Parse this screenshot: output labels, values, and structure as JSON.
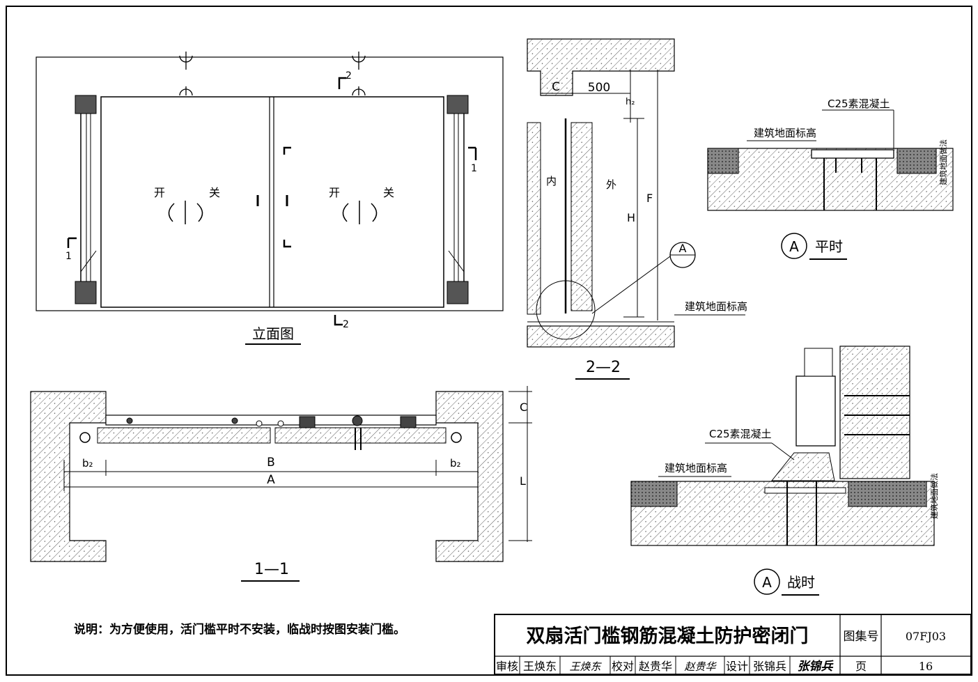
{
  "elevation": {
    "title": "立面图",
    "open_label": "开",
    "close_label": "关",
    "section_1": "1",
    "section_2": "2"
  },
  "section_1_1": {
    "title": "1—1",
    "dim_c": "C",
    "dim_l": "L",
    "dim_b": "B",
    "dim_a": "A",
    "dim_b2": "b₂"
  },
  "section_2_2": {
    "title": "2—2",
    "dim_c": "C",
    "dim_500": "500",
    "dim_h2": "h₂",
    "dim_h": "H",
    "dim_f": "F",
    "inside": "内",
    "outside": "外",
    "detail_ref": "A",
    "floor_level": "建筑地面标高"
  },
  "detail_peace": {
    "concrete": "C25素混凝土",
    "floor_level": "建筑地面标高",
    "floor_finish": "建筑地面做法",
    "marker": "A",
    "caption": "平时"
  },
  "detail_war": {
    "concrete": "C25素混凝土",
    "floor_level": "建筑地面标高",
    "floor_finish": "建筑地面做法",
    "marker": "A",
    "caption": "战时"
  },
  "note": "说明：为方便使用，活门槛平时不安装，临战时按图安装门槛。",
  "title_block": {
    "title": "双扇活门槛钢筋混凝土防护密闭门",
    "atlas_label": "图集号",
    "atlas_no": "07FJ03",
    "review_label": "审核",
    "reviewer": "王焕东",
    "review_sign": "王焕东",
    "check_label": "校对",
    "checker": "赵贵华",
    "check_sign": "赵贵华",
    "design_label": "设计",
    "designer": "张锦兵",
    "design_sign": "张锦兵",
    "page_label": "页",
    "page_no": "16"
  }
}
